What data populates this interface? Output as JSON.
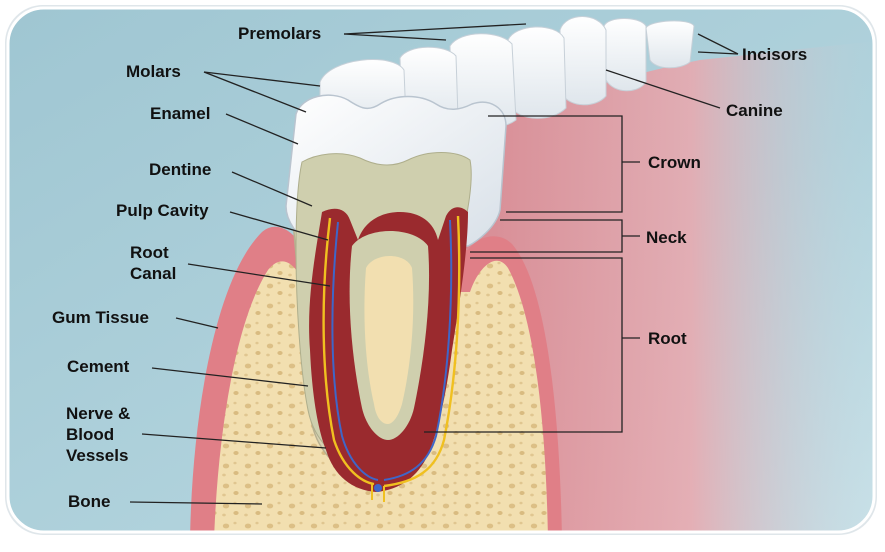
{
  "labels": {
    "premolars": "Premolars",
    "molars": "Molars",
    "incisors": "Incisors",
    "canine": "Canine",
    "enamel": "Enamel",
    "dentine": "Dentine",
    "pulp_cavity": "Pulp Cavity",
    "root_canal": [
      "Root",
      "Canal"
    ],
    "gum_tissue": "Gum Tissue",
    "cement": "Cement",
    "nerve_blood_vessels": [
      "Nerve &",
      "Blood",
      "Vessels"
    ],
    "bone": "Bone",
    "crown": "Crown",
    "neck": "Neck",
    "root": "Root"
  },
  "colors": {
    "background": "#a9cdd8",
    "gum": "#e3878d",
    "bone": "#f2dfb0",
    "enamel": "#eef2f6",
    "dentine": "#cfd0b2",
    "pulp": "#9a2a2e",
    "nerve": "#f0c020",
    "vessel": "#3f66c8"
  }
}
